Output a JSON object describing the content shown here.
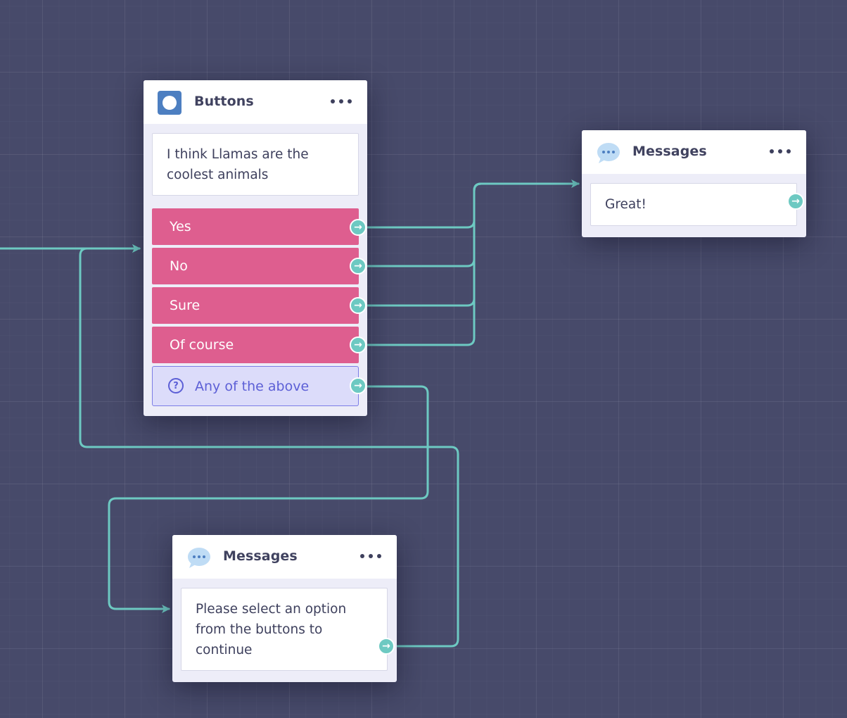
{
  "canvas": {
    "background_color": "#474a6a",
    "connector_color": "#6dc9c2"
  },
  "buttons_node": {
    "title": "Buttons",
    "icon": "buttons-block-icon",
    "menu_icon": "more-dots-icon",
    "message": "I think Llamas are the coolest animals",
    "options": [
      {
        "label": "Yes"
      },
      {
        "label": "No"
      },
      {
        "label": "Sure"
      },
      {
        "label": "Of course"
      }
    ],
    "fallback": {
      "label": "Any of the above",
      "icon": "question-circle-icon"
    },
    "option_color": "#de5e8f",
    "fallback_color": "#dcdcfa"
  },
  "messages_node_top": {
    "title": "Messages",
    "icon": "chat-bubble-icon",
    "menu_icon": "more-dots-icon",
    "message": "Great!"
  },
  "messages_node_bottom": {
    "title": "Messages",
    "icon": "chat-bubble-icon",
    "menu_icon": "more-dots-icon",
    "message": "Please select an option from the buttons to continue"
  },
  "port_glyph": "→"
}
